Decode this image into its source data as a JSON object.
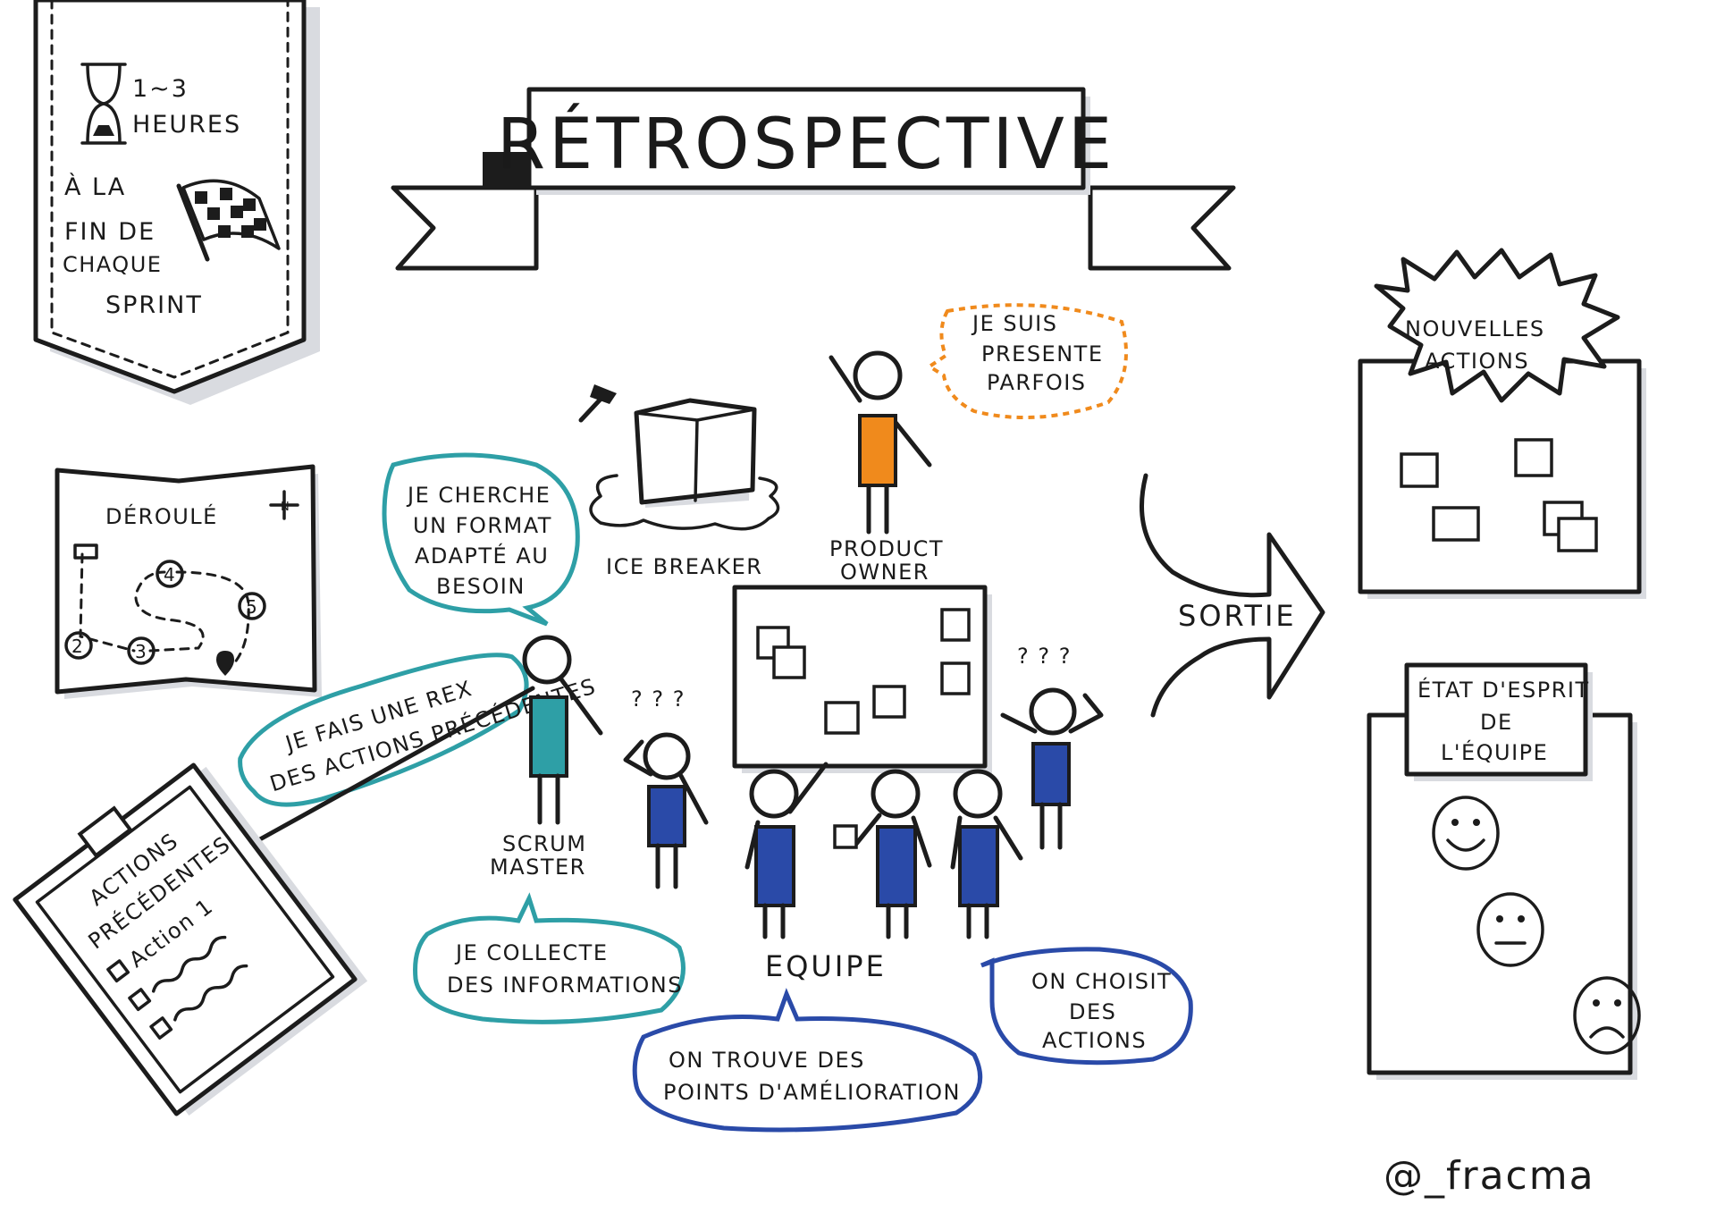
{
  "title": "RÉTROSPECTIVE",
  "ribbon": {
    "duration_line1": "1~3",
    "duration_line2": "HEURES",
    "when_lines": [
      "À LA",
      "FIN DE",
      "CHAQUE",
      "SPRINT"
    ]
  },
  "map": {
    "title": "DÉROULÉ",
    "compass": "N",
    "steps": [
      "2",
      "3",
      "4",
      "5"
    ]
  },
  "ice_breaker": {
    "label": "ICE BREAKER"
  },
  "product_owner": {
    "label_line1": "PRODUCT",
    "label_line2": "OWNER",
    "bubble_lines": [
      "JE SUIS",
      "PRESENTE",
      "PARFOIS"
    ]
  },
  "scrum_master": {
    "label_line1": "SCRUM",
    "label_line2": "MASTER",
    "bubble_format_lines": [
      "JE CHERCHE",
      "UN FORMAT",
      "ADAPTÉ AU",
      "BESOIN"
    ],
    "bubble_rex_lines": [
      "JE FAIS UNE REX",
      "DES ACTIONS PRÉCÉDENTES"
    ],
    "bubble_collect_lines": [
      "JE COLLECTE",
      "DES INFORMATIONS"
    ]
  },
  "team": {
    "label": "EQUIPE",
    "question_marks": "? ? ?",
    "bubble_improve_lines": [
      "ON TROUVE DES",
      "POINTS D'AMÉLIORATION"
    ],
    "bubble_choose_lines": [
      "ON CHOISIT",
      "DES",
      "ACTIONS"
    ]
  },
  "clipboard": {
    "title_line1": "ACTIONS",
    "title_line2": "PRÉCÉDENTES",
    "first_item": "Action 1"
  },
  "output": {
    "label": "SORTIE"
  },
  "new_actions": {
    "title_line1": "NOUVELLES",
    "title_line2": "ACTIONS"
  },
  "mood": {
    "title_lines": [
      "ÉTAT D'ESPRIT",
      "DE",
      "L'ÉQUIPE"
    ]
  },
  "signature": "@_fracma",
  "colors": {
    "ink": "#1c1c1c",
    "shadow": "#d9dbe0",
    "teal": "#2e9fa6",
    "orange": "#f08a1c",
    "blue": "#2a4aa8"
  }
}
